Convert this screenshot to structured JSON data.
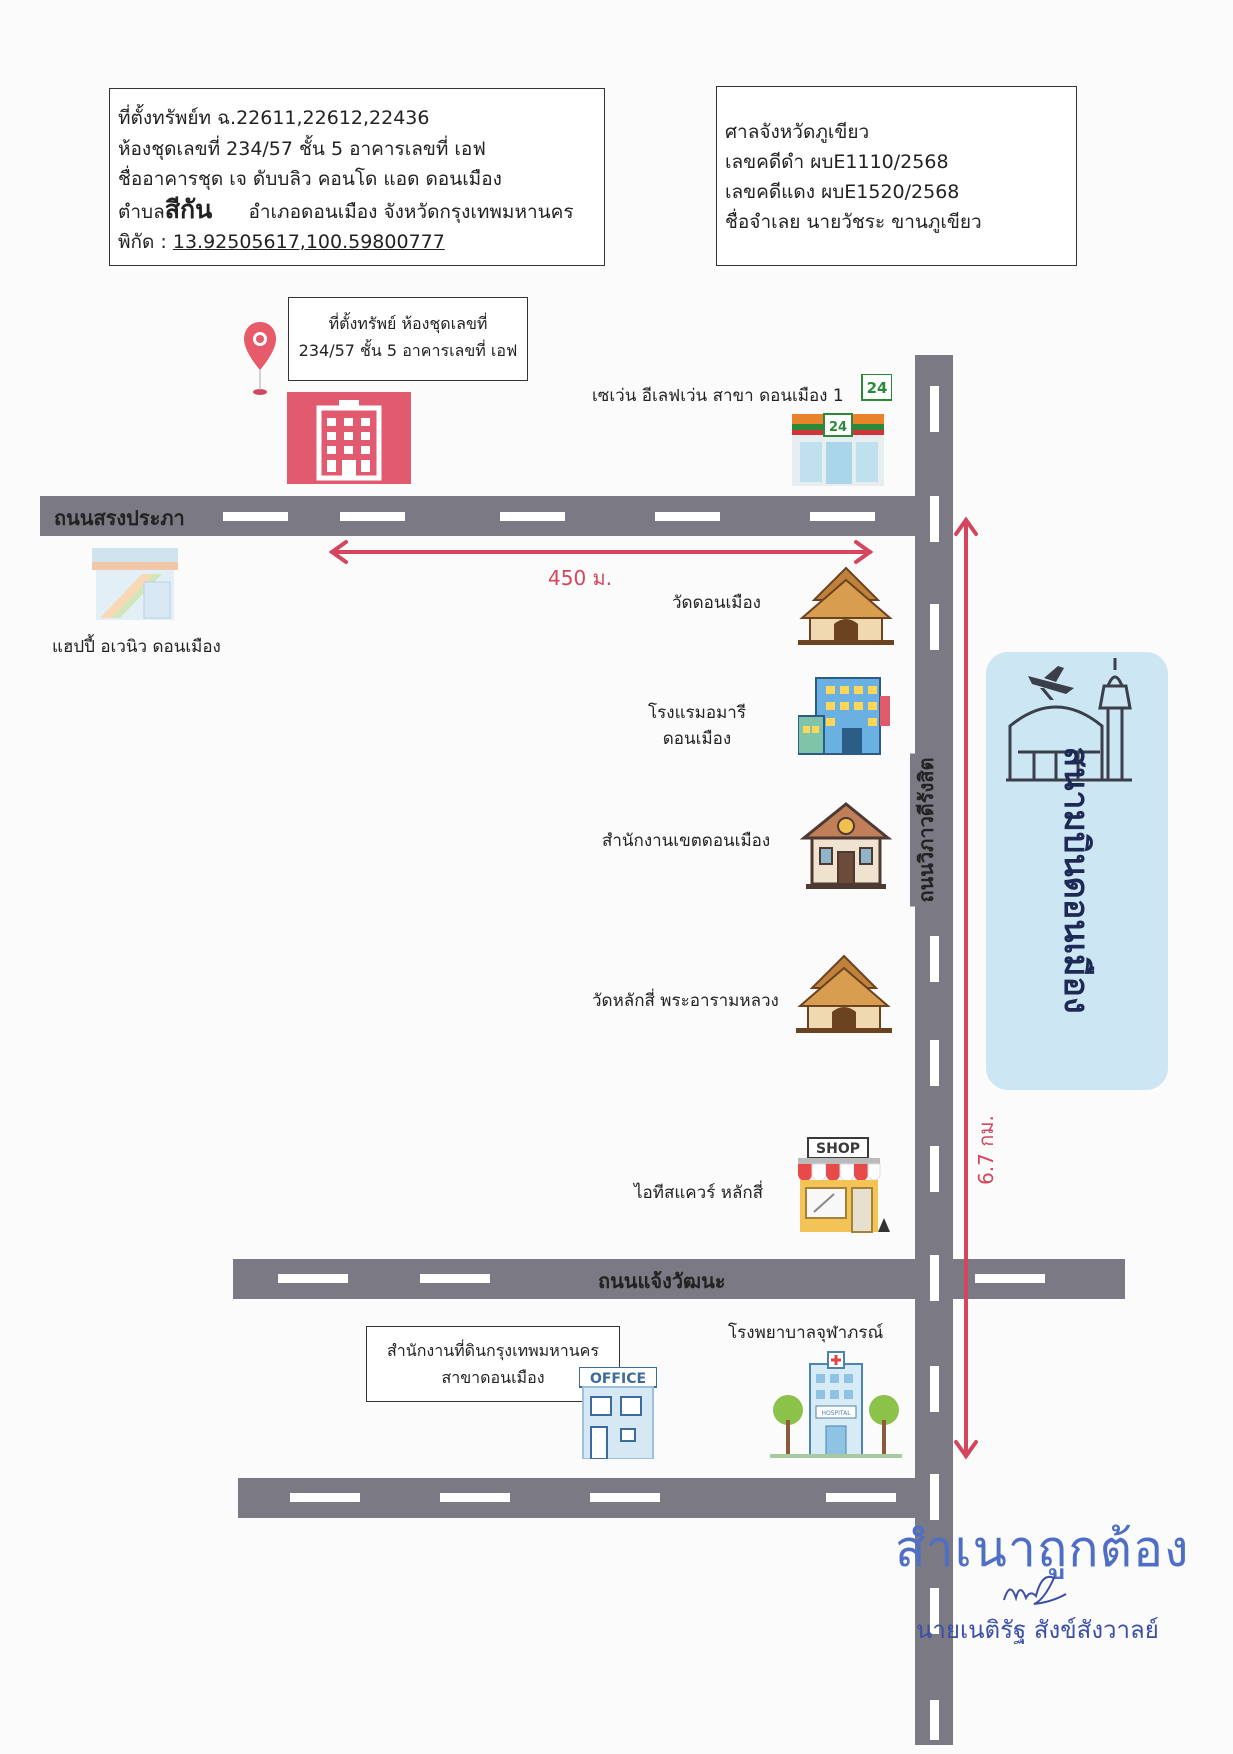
{
  "property_box": {
    "line1": "ที่ตั้งทรัพย์ท ฉ.22611,22612,22436",
    "line2": "ห้องชุดเลขที่ 234/57 ชั้น 5 อาคารเลขที่ เอฟ",
    "line3": "ชื่ออาคารชุด เจ ดับบลิว คอนโด แอด ดอนเมือง",
    "line4_prefix": "ตำบล",
    "line4_subdistrict": "สีกัน",
    "line4_rest": "อำเภอดอนเมือง จังหวัดกรุงเทพมหานคร",
    "coord_label": "พิกัด :",
    "coord_value": "13.92505617,100.59800777"
  },
  "court_box": {
    "court": "ศาลจังหวัดภูเขียว",
    "black_case": "เลขคดีดำ ผบE1110/2568",
    "red_case": "เลขคดีแดง ผบE1520/2568",
    "defendant": "ชื่อจำเลย นายวัชระ ขานภูเขียว"
  },
  "location_callout": {
    "line1": "ที่ตั้งทรัพย์ ห้องชุดเลขที่",
    "line2": "234/57 ชั้น 5 อาคารเลขที่ เอฟ"
  },
  "roads": {
    "songprapa": "ถนนสรงประภา",
    "vibhavadi": "ถนนวิภาวดีรังสิต",
    "chaengwattana": "ถนนแจ้งวัฒนะ"
  },
  "distances": {
    "horizontal": "450 ม.",
    "vertical": "6.7 กม."
  },
  "landmarks": {
    "seven_eleven": "เซเว่น อีเลฟเว่น สาขา ดอนเมือง 1",
    "seven_eleven_badge": "24",
    "happy_avenue": "แฮปปี้ อเวนิว ดอนเมือง",
    "wat_don_mueang": "วัดดอนเมือง",
    "hotel_line1": "โรงแรมอมารี",
    "hotel_line2": "ดอนเมือง",
    "district_office": "สำนักงานเขตดอนเมือง",
    "wat_lak_si": "วัดหลักสี่ พระอารามหลวง",
    "it_square": "ไอทีสแควร์ หลักสี่",
    "shop_sign": "SHOP",
    "hospital": "โรงพยาบาลจุฬาภรณ์",
    "hospital_sign": "HOSPITAL",
    "office_sign": "OFFICE",
    "airport": "สนามบินดอนเมือง"
  },
  "land_office_callout": {
    "line1": "สำนักงานที่ดินกรุงเทพมหานคร",
    "line2": "สาขาดอนเมือง"
  },
  "certification": {
    "stamp": "สำเนาถูกต้อง",
    "name": "นายเนติรัฐ สังข์สังวาลย์"
  },
  "colors": {
    "road": "#7b7a84",
    "accent_red": "#d4465d",
    "airport_zone": "#cce6f3",
    "stamp_blue": "#4e6fc3"
  }
}
